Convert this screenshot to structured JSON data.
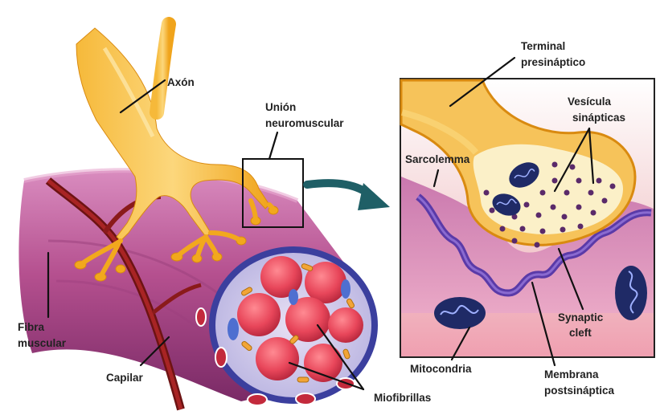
{
  "labels": {
    "axon": "Axón",
    "junction_line1": "Unión",
    "junction_line2": "neuromuscular",
    "fiber_line1": "Fibra",
    "fiber_line2": "muscular",
    "capillary": "Capilar",
    "myofibrils": "Miofibrillas",
    "terminal_line1": "Terminal",
    "terminal_line2": "presináptico",
    "vesicle_line1": "Vesícula",
    "vesicle_line2": "sinápticas",
    "sarcolemma": "Sarcolemma",
    "cleft_line1": "Synaptic",
    "cleft_line2": "cleft",
    "mitochondria": "Mitocondria",
    "membrane_line1": "Membrana",
    "membrane_line2": "postsináptica"
  },
  "colors": {
    "muscle": "#b0508a",
    "muscle_light": "#d48bb8",
    "nerve": "#f2a81d",
    "nerve_light": "#fbd77a",
    "capillary": "#8a1a1a",
    "myofibril": "#e8465a",
    "sheath": "#4a56b8",
    "mitochondria": "#1f2a66",
    "vesicle": "#5a2a6a",
    "arrow": "#1f5f66",
    "background_panel": "#f2c7c9"
  }
}
